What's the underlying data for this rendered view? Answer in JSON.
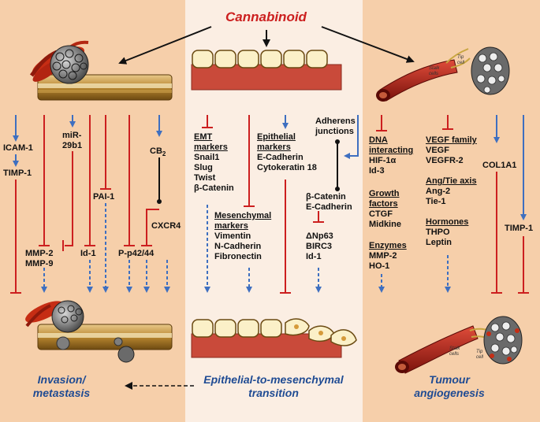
{
  "title": "Cannabinoid",
  "colors": {
    "red": "#cc1f1f",
    "blue": "#3e6fc0",
    "caption_blue": "#1f4b93",
    "panel_left": "#f6cfaa",
    "panel_middle": "#fbeee3",
    "panel_right": "#f6cfaa"
  },
  "left": {
    "labels": {
      "icam1": "ICAM-1",
      "timp1": "TIMP-1",
      "mir_line1": "miR-",
      "mir_line2": "29b1",
      "mmp2": "MMP-2",
      "mmp9": "MMP-9",
      "id1": "Id-1",
      "pai1": "PAI-1",
      "cb_main": "CB",
      "cb_sub": "2",
      "cxcr4": "CXCR4",
      "pp42": "P-p42/44"
    },
    "caption_line1": "Invasion/",
    "caption_line2": "metastasis"
  },
  "middle": {
    "emt_head1": "EMT",
    "emt_head2": "markers",
    "emt_items": [
      "Snail1",
      "Slug",
      "Twist",
      "β-Catenin"
    ],
    "mes_head1": "Mesenchymal",
    "mes_head2": "markers",
    "mes_items": [
      "Vimentin",
      "N-Cadherin",
      "Fibronectin"
    ],
    "epi_head1": "Epithelial",
    "epi_head2": "markers",
    "epi_items": [
      "E-Cadherin",
      "Cytokeratin 18"
    ],
    "adh_line1": "Adherens",
    "adh_line2": "junctions",
    "adh_items": [
      "β-Catenin",
      "E-Cadherin"
    ],
    "np_items": [
      "ΔNp63",
      "BIRC3",
      "Id-1"
    ],
    "caption_line1": "Epithelial-to-mesenchymal",
    "caption_line2": "transition"
  },
  "right": {
    "dna_head1": "DNA",
    "dna_head2": "interacting",
    "dna_items": [
      "HIF-1α",
      "Id-3"
    ],
    "gf_head1": "Growth",
    "gf_head2": "factors",
    "gf_items": [
      "CTGF",
      "Midkine"
    ],
    "enz_head": "Enzymes",
    "enz_items": [
      "MMP-2",
      "HO-1"
    ],
    "vegf_head": "VEGF family",
    "vegf_items": [
      "VEGF",
      "VEGFR-2"
    ],
    "ang_head": "Ang/Tie axis",
    "ang_items": [
      "Ang-2",
      "Tie-1"
    ],
    "hor_head": "Hormones",
    "hor_items": [
      "THPO",
      "Leptin"
    ],
    "col1a1": "COL1A1",
    "timp1": "TIMP-1",
    "stalk_top1": "Stalk",
    "stalk_top2": "cells",
    "tip_top1": "Tip",
    "tip_top2": "cell",
    "stalk_bot1": "Stalk",
    "stalk_bot2": "cells",
    "tip_bot1": "Tip",
    "tip_bot2": "cell",
    "caption_line1": "Tumour",
    "caption_line2": "angiogenesis"
  }
}
